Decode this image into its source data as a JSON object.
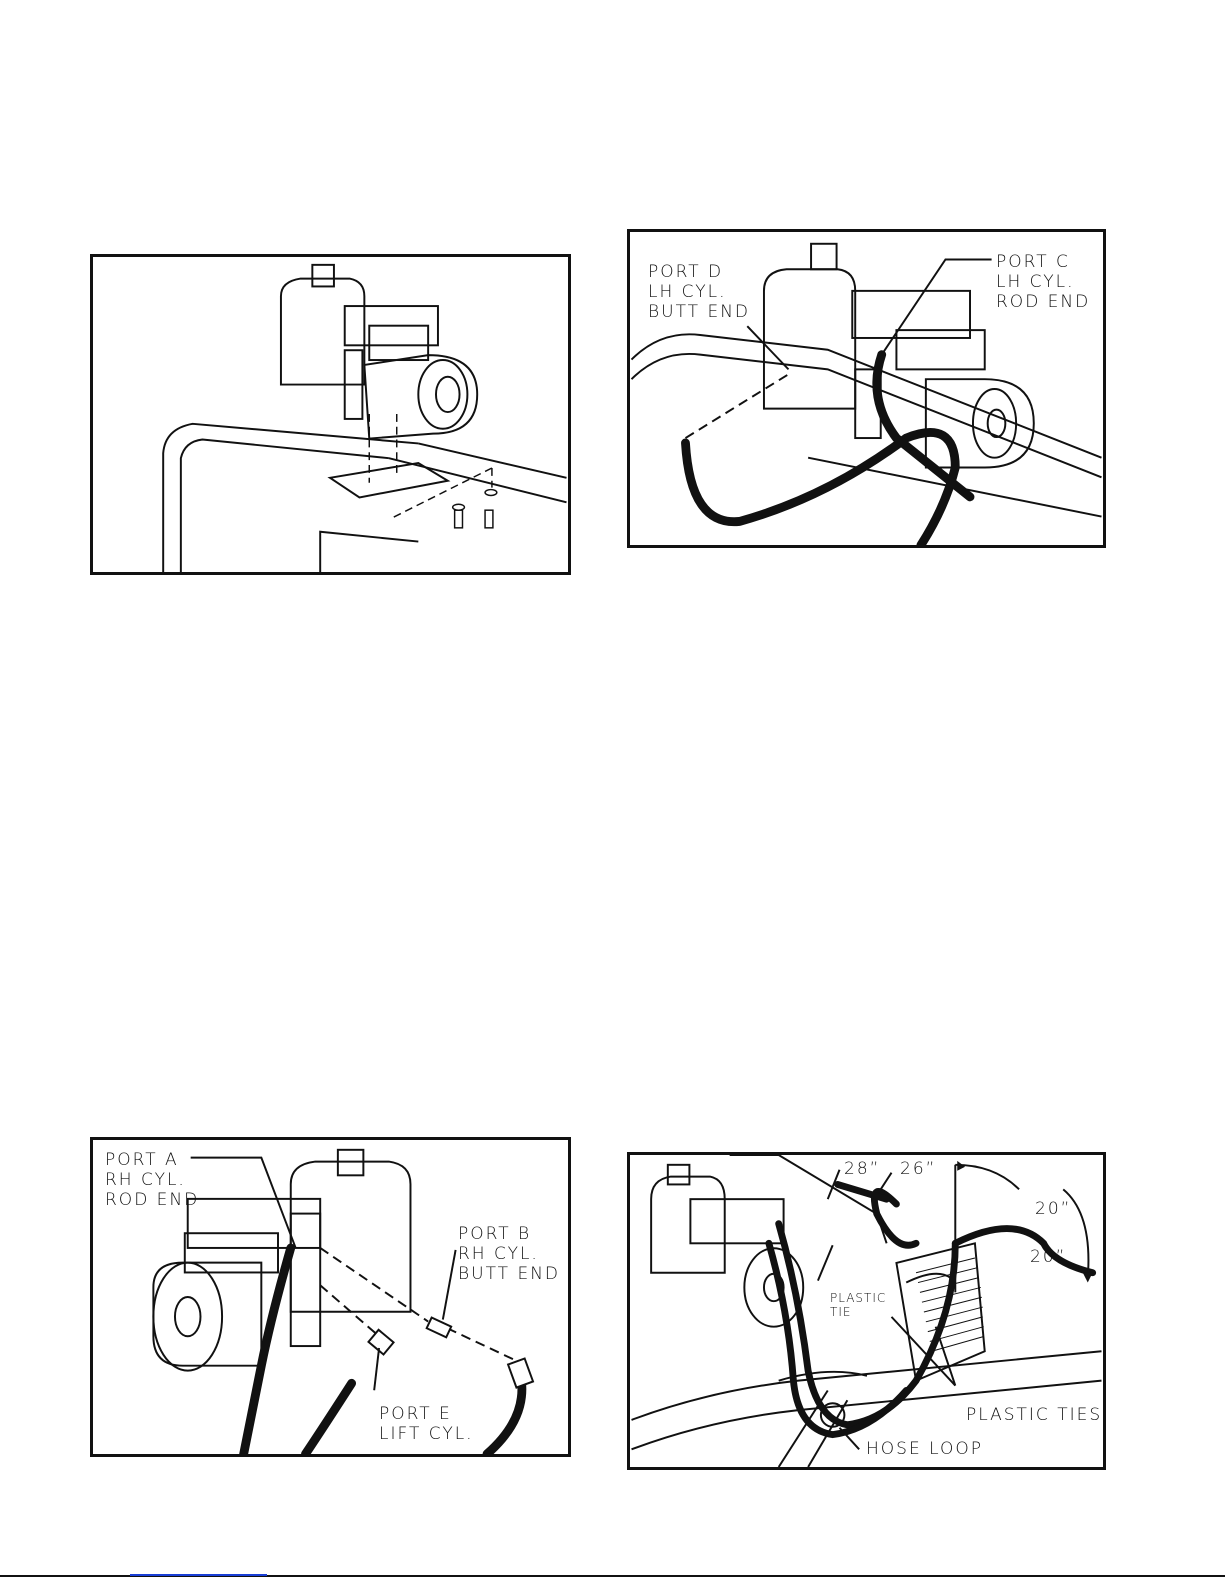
{
  "figures": [
    {
      "id": "figure-1",
      "labels": []
    },
    {
      "id": "figure-2",
      "labels": {
        "port_d": "PORT D\nLH CYL.\nBUTT END",
        "port_c": "PORT C\nLH CYL.\nROD END"
      }
    },
    {
      "id": "figure-3",
      "labels": {
        "port_a": "PORT A\nRH CYL.\nROD END",
        "port_b": "PORT B\nRH CYL.\nBUTT END",
        "port_e": "PORT E\nLIFT CYL."
      }
    },
    {
      "id": "figure-4",
      "labels": {
        "len_28": "28”",
        "len_26": "26”",
        "len_20a": "20”",
        "len_20b": "20”",
        "plastic_tie": "PLASTIC\nTIE",
        "plastic_ties": "PLASTIC TIES",
        "hose_loop": "HOSE LOOP"
      }
    }
  ],
  "colors": {
    "ink": "#111111",
    "link": "#1a3fd6"
  }
}
